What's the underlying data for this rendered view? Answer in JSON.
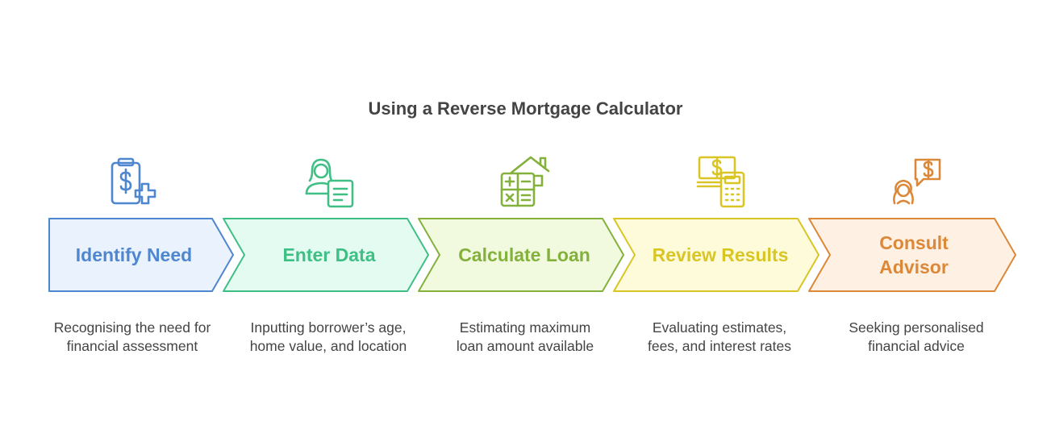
{
  "title": "Using a Reverse Mortgage Calculator",
  "steps": [
    {
      "label": "Identify Need",
      "description": "Recognising the need for financial assessment",
      "color": "#4F86D0",
      "fill": "#EAF2FD",
      "icon": "clipboard-dollar-plus-icon"
    },
    {
      "label": "Enter Data",
      "description": "Inputting borrower’s age, home value, and location",
      "color": "#3FBF85",
      "fill": "#E4FBF1",
      "icon": "person-document-icon"
    },
    {
      "label": "Calculate Loan",
      "description": "Estimating maximum loan amount available",
      "color": "#84B13B",
      "fill": "#F1FADF",
      "icon": "calculator-house-icon"
    },
    {
      "label": "Review Results",
      "description": "Evaluating estimates, fees, and interest rates",
      "color": "#D9C524",
      "fill": "#FEFBDB",
      "icon": "money-calculator-icon"
    },
    {
      "label": "Consult Advisor",
      "description": "Seeking personalised financial advice",
      "color": "#DB8838",
      "fill": "#FEF1E4",
      "icon": "advisor-speech-dollar-icon"
    }
  ]
}
